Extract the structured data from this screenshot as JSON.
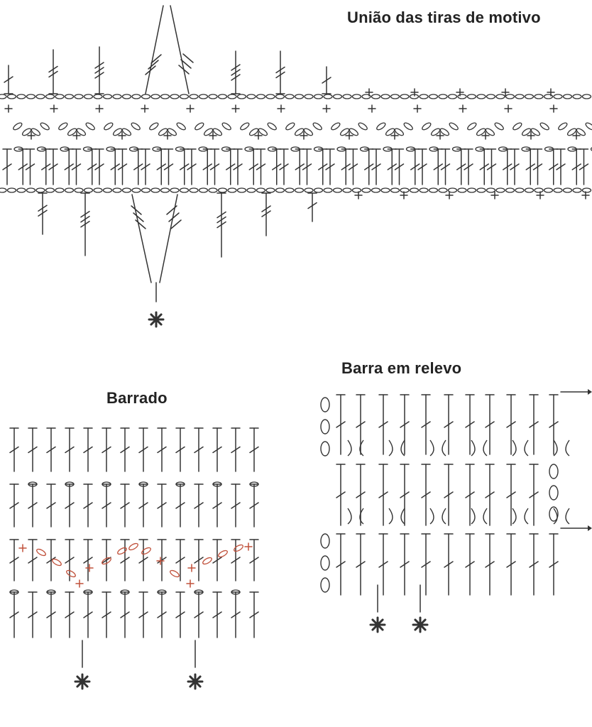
{
  "diagrams": {
    "uniao": {
      "title": "União das tiras de motivo"
    },
    "barrado": {
      "title": "Barrado"
    },
    "relevo": {
      "title": "Barra em relevo"
    }
  },
  "marker": "*",
  "colors": {
    "ink": "#333333",
    "accent": "#c0503a"
  }
}
